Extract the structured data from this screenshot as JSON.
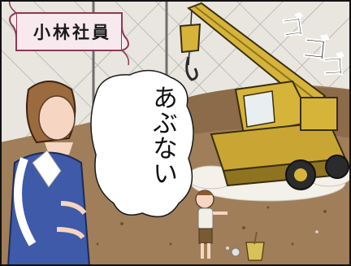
{
  "panel": {
    "name_banner": "小林社員",
    "speech_bubble": "あぶない",
    "sound_effect": [
      "ゴ",
      "ゴ",
      "ゴ"
    ]
  },
  "colors": {
    "crane_yellow": "#d6b43a",
    "crane_shadow": "#8e7420",
    "dirt": "#a07e5a",
    "fence": "#9a9a9a",
    "uniform": "#3e5aa8"
  }
}
